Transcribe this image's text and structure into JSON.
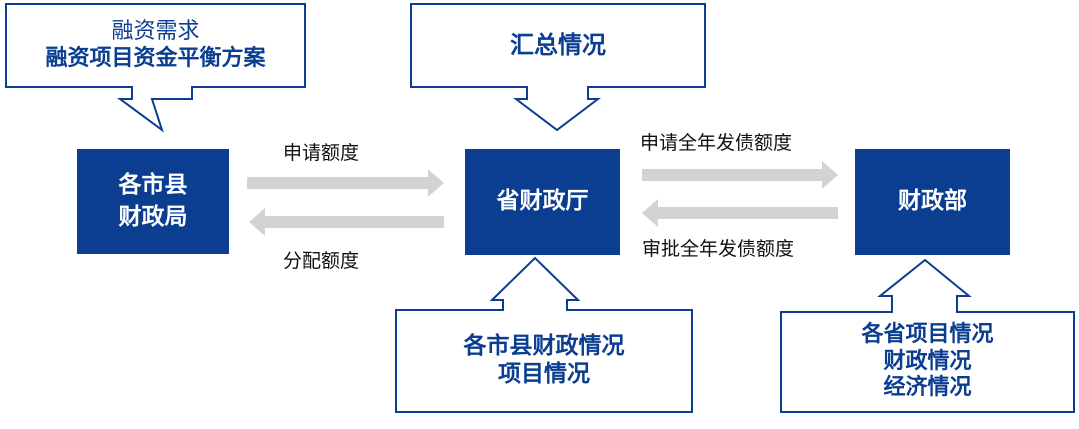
{
  "nodes": {
    "city_finance": {
      "line1": "各市县",
      "line2": "财政局"
    },
    "province_finance": {
      "label": "省财政厅"
    },
    "ministry_finance": {
      "label": "财政部"
    }
  },
  "callouts": {
    "financing_needs": {
      "line1": "融资需求",
      "line2": "融资项目资金平衡方案"
    },
    "summary": {
      "label": "汇总情况"
    },
    "city_info": {
      "line1": "各市县财政情况",
      "line2": "项目情况"
    },
    "province_info": {
      "line1": "各省项目情况",
      "line2": "财政情况",
      "line3": "经济情况"
    }
  },
  "flows": {
    "apply_quota": "申请额度",
    "allocate_quota": "分配额度",
    "apply_annual_quota": "申请全年发债额度",
    "approve_annual_quota": "审批全年发债额度"
  },
  "colors": {
    "primary": "#0b3d91",
    "flow_arrow": "#d3d3d3"
  }
}
